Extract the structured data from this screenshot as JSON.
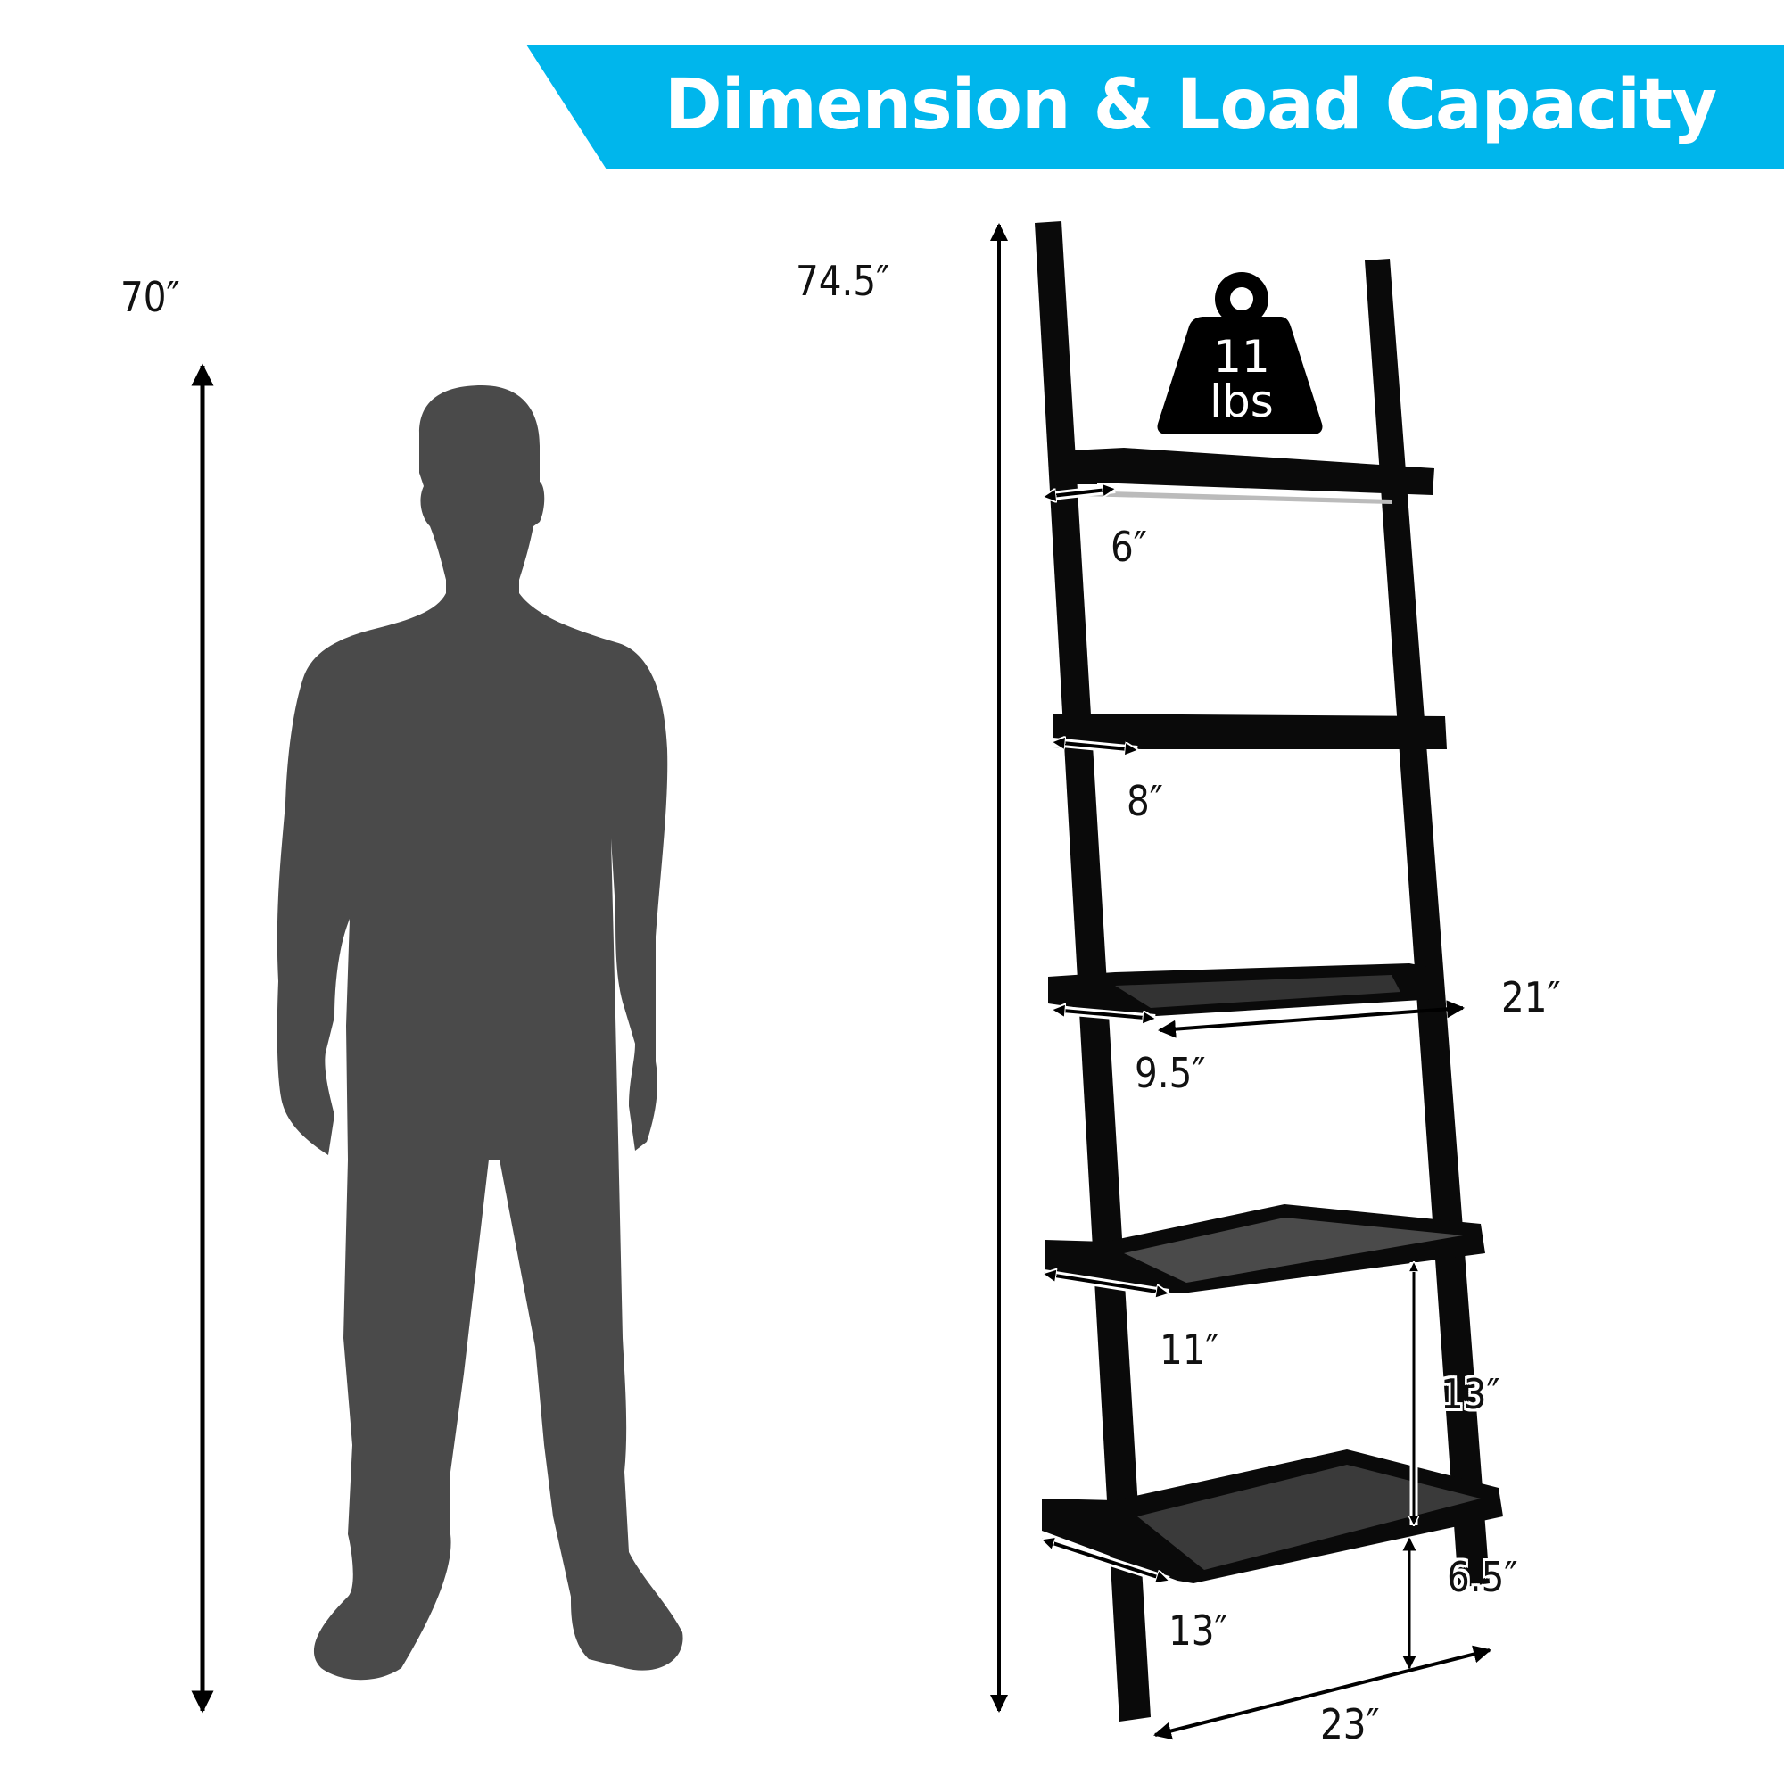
{
  "banner": {
    "title": "Dimension & Load Capacity",
    "color": "#00b6ec",
    "text_color": "#ffffff"
  },
  "person": {
    "height_label": "70″",
    "silhouette_color": "#4a4a4a"
  },
  "shelf": {
    "overall_height_label": "74.5″",
    "frame_color": "#0a0a0a",
    "load_capacity": {
      "icon": "weight-icon",
      "value": "11",
      "unit": "lbs"
    },
    "tier_depths": [
      {
        "tier": 1,
        "label": "6″"
      },
      {
        "tier": 2,
        "label": "8″"
      },
      {
        "tier": 3,
        "label": "9.5″"
      },
      {
        "tier": 4,
        "label": "11″"
      },
      {
        "tier": 5,
        "label": "13″"
      }
    ],
    "shelf_width_label": "21″",
    "tier_spacing_label": "13″",
    "bottom_clearance_label": "6.5″",
    "base_depth_label": "23″"
  },
  "dimensions_summary": {
    "person_height_in": 70,
    "shelf_height_in": 74.5,
    "shelf_width_in": 21,
    "base_depth_in": 23,
    "tier_depths_in": [
      6,
      8,
      9.5,
      11,
      13
    ],
    "tier_spacing_in": 13,
    "bottom_clearance_in": 6.5,
    "load_capacity_lbs": 11
  }
}
